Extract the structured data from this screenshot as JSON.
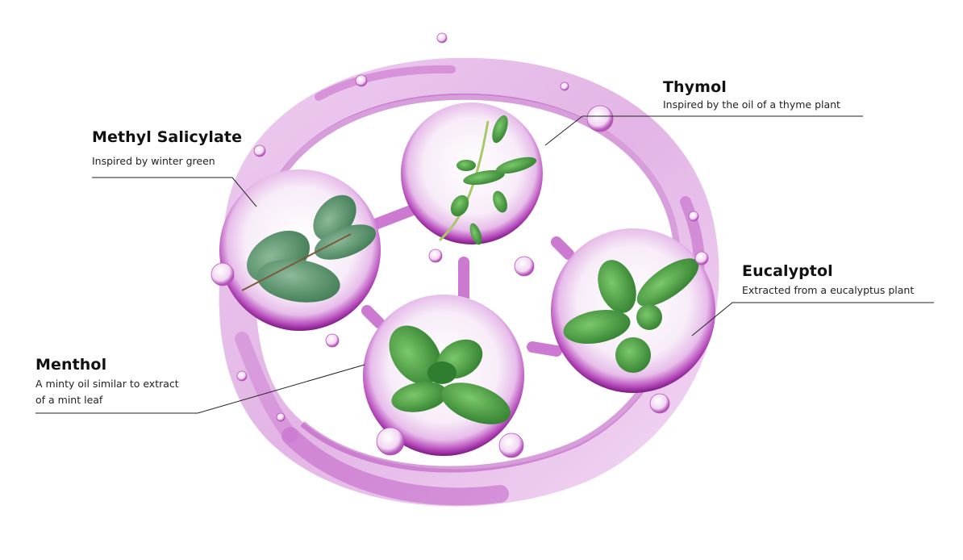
{
  "diagram": {
    "ingredients": [
      {
        "id": "methyl-salicylate",
        "title": "Methyl Salicylate",
        "description": "Inspired by winter green",
        "plant": "wintergreen-leaves"
      },
      {
        "id": "thymol",
        "title": "Thymol",
        "description": "Inspired by the oil of a thyme plant",
        "plant": "thyme-sprig"
      },
      {
        "id": "eucalyptol",
        "title": "Eucalyptol",
        "description": "Extracted from a eucalyptus plant",
        "plant": "eucalyptus-leaves-berries"
      },
      {
        "id": "menthol",
        "title": "Menthol",
        "description_line1": "A minty oil similar to extract",
        "description_line2": "of a mint leaf",
        "plant": "mint-leaf"
      }
    ],
    "colors": {
      "liquid_purple": "#b23fb6",
      "liquid_light": "#e8b8ea",
      "sphere_inner": "#f6eaf7",
      "leaf_green": "#3f9a3a",
      "leader_line": "#222222"
    }
  }
}
